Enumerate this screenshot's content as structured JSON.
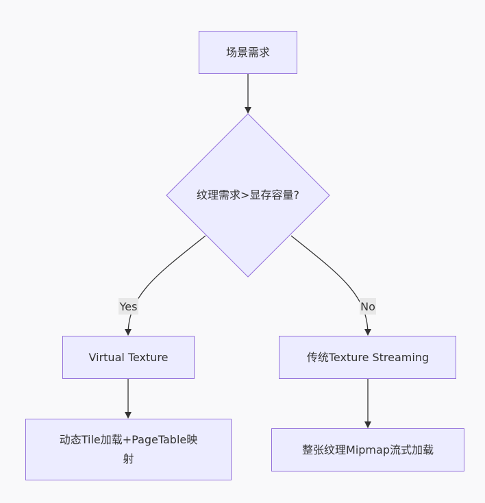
{
  "nodes": {
    "start": {
      "label": "场景需求"
    },
    "decision": {
      "label": "纹理需求>显存容量?"
    },
    "vt": {
      "label": "Virtual Texture"
    },
    "ts": {
      "label": "传统Texture Streaming"
    },
    "vt_detail": {
      "label_line1": "动态Tile加载+PageTable映",
      "label_line2": "射"
    },
    "ts_detail": {
      "label": "整张纹理Mipmap流式加载"
    }
  },
  "edges": {
    "yes": {
      "label": "Yes"
    },
    "no": {
      "label": "No"
    }
  },
  "colors": {
    "node_fill": "#ececff",
    "node_stroke": "#9370db",
    "edge": "#333333",
    "background": "#f9f9fa"
  }
}
